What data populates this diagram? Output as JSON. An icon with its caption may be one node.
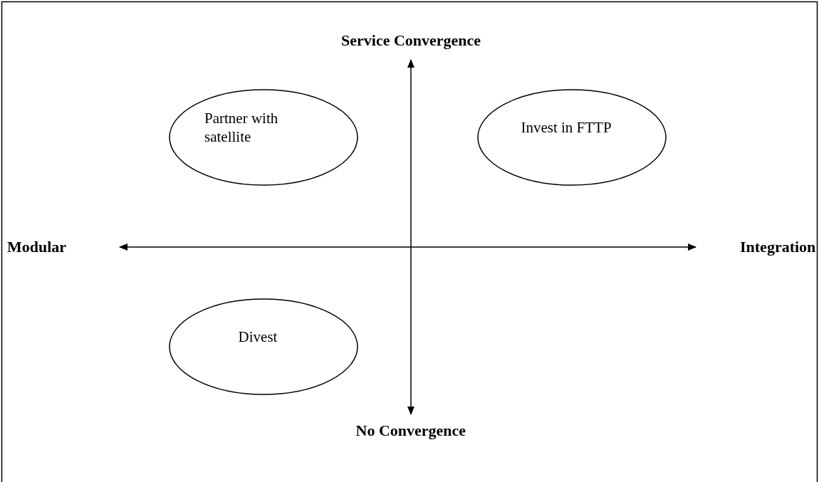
{
  "diagram": {
    "nodes": [
      {
        "text": [
          "Partner with satellite"
        ]
      },
      {
        "text": [
          "Invest in FTTP"
        ]
      },
      {
        "text": [
          "Divest"
        ]
      }
    ],
    "labels": [
      "Service Convergence",
      "Modular",
      "Integration",
      "No Convergence"
    ]
  }
}
